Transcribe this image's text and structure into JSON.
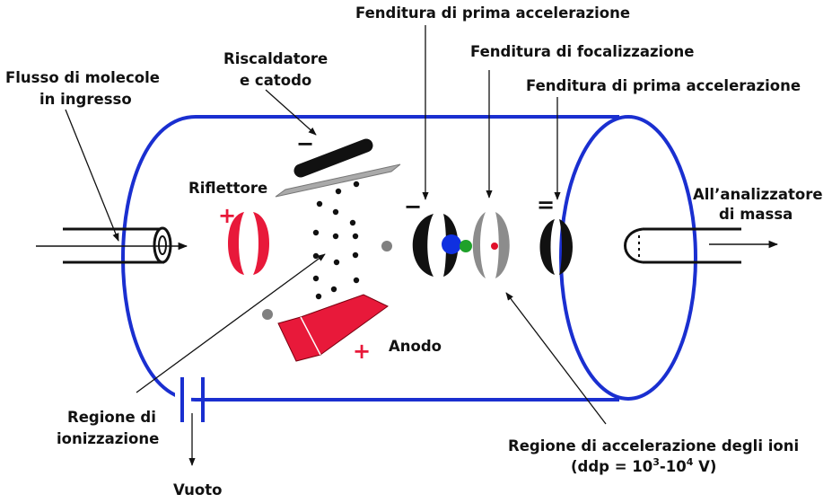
{
  "colors": {
    "tube": "#1a2fd0",
    "reflector": "#e8193a",
    "anode": "#e8193a",
    "slit_dark": "#111111",
    "slit_gray": "#8c8c8c",
    "ion_blue": "#1030e0",
    "ion_green": "#1fa12a",
    "ion_red": "#e0102a",
    "text": "#111111"
  },
  "labels": {
    "flusso_line1": "Flusso di molecole",
    "flusso_line2": "in ingresso",
    "riscaldatore_line1": "Riscaldatore",
    "riscaldatore_line2": "e catodo",
    "fenditura_prima_top": "Fenditura di prima accelerazione",
    "fenditura_focalizzazione": "Fenditura di focalizzazione",
    "fenditura_prima_right": "Fenditura di prima accelerazione",
    "riflettore": "Riflettore",
    "analizzatore_line1": "All’analizzatore",
    "analizzatore_line2": "di massa",
    "anodo": "Anodo",
    "regione_ion_line1": "Regione di",
    "regione_ion_line2": "ionizzazione",
    "regione_acc_line1": "Regione di accelerazione degli ioni",
    "regione_acc_line2_prefix": "(ddp = 10",
    "regione_acc_exp1": "3",
    "regione_acc_line2_mid": "-10",
    "regione_acc_exp2": "4",
    "regione_acc_line2_suffix": " V)",
    "vuoto": "Vuoto"
  },
  "signs": {
    "cathode_minus": "−",
    "reflector_plus": "+",
    "anode_plus": "+",
    "slit1_minus": "−",
    "slit3_double_minus": "="
  }
}
